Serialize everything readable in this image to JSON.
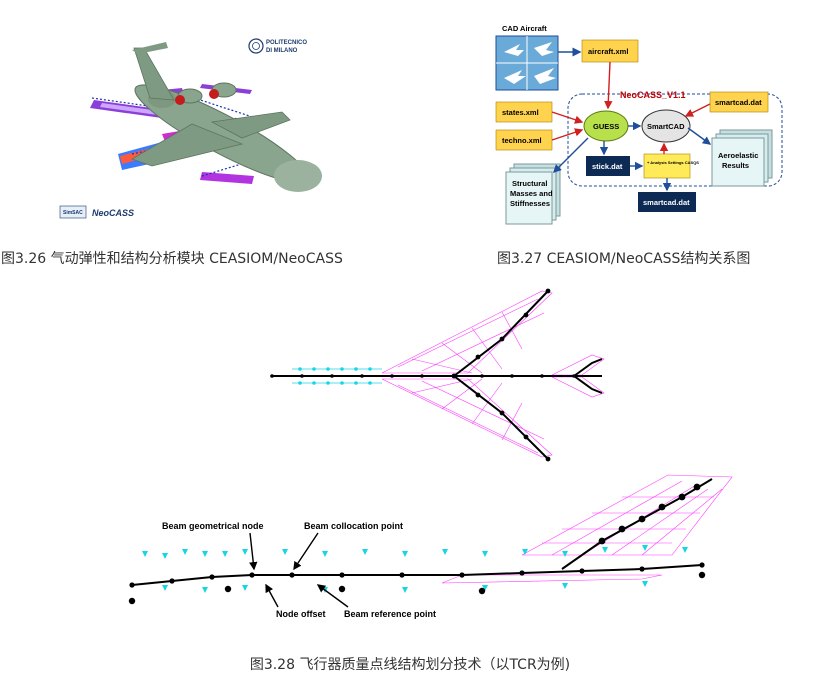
{
  "figure1": {
    "logo_institution": "POLITECNICO\nDI MILANO",
    "logo_line1": "POLITECNICO",
    "logo_line2": "DI MILANO",
    "logo_product": "NeoCASS",
    "logo_project": "SimSAC",
    "caption": "图3.26 气动弹性和结构分析模块 CEASIOM/NeoCASS"
  },
  "figure2": {
    "cad_label": "CAD Aircraft",
    "version_title": "NeoCASS_V1.1",
    "boxes": {
      "aircraft_xml": "aircraft.xml",
      "states_xml": "states.xml",
      "techno_xml": "techno.xml",
      "guess": "GUESS",
      "smartcad": "SmartCAD",
      "smartcad_dat_top": "smartcad.dat",
      "stick_dat": "stick.dat",
      "settings": "+ Analysis Settings CASQS",
      "smartcad_dat_bottom": "smartcad.dat",
      "structural_line1": "Structural",
      "structural_line2": "Masses and",
      "structural_line3": "Stiffnesses",
      "aeroelastic_line1": "Aeroelastic",
      "aeroelastic_line2": "Results"
    },
    "colors": {
      "yellow_box": "#ffd34d",
      "navy_box": "#0d2a55",
      "guess_fill": "#b8e04a",
      "arrow_blue": "#1f4e9a",
      "arrow_red": "#d21f1f"
    },
    "caption": "图3.27  CEASIOM/NeoCASS结构关系图"
  },
  "figure3": {
    "annotations": {
      "geometric_node": "Beam geometrical node",
      "collocation_point": "Beam collocation point",
      "node_offset": "Node offset",
      "reference_point": "Beam reference point"
    },
    "colors": {
      "mesh_magenta": "#ff3cff",
      "marker_cyan": "#16d6e6",
      "beam_black": "#000000"
    },
    "caption": "图3.28 飞行器质量点线结构划分技术（以TCR为例)"
  }
}
